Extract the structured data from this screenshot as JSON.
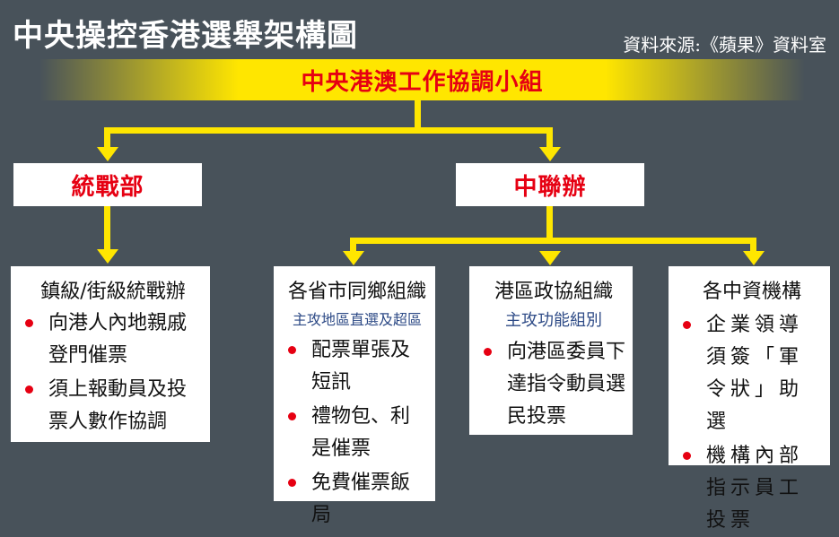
{
  "title": "中央操控香港選舉架構圖",
  "source": "資料來源:《蘋果》資料室",
  "top": {
    "label": "中央港澳工作協調小組"
  },
  "branches": [
    {
      "label": "統戰部"
    },
    {
      "label": "中聯辦"
    }
  ],
  "cards": [
    {
      "title": "鎮級/街級統戰辦",
      "subtitle": "",
      "items": [
        "向港人內地親戚登門催票",
        "須上報動員及投票人數作協調"
      ]
    },
    {
      "title": "各省市同鄉組織",
      "subtitle": "主攻地區直選及超區",
      "items": [
        "配票單張及短訊",
        "禮物包、利是催票",
        "免費催票飯局"
      ]
    },
    {
      "title": "港區政協組織",
      "subtitle": "主攻功能組別",
      "items": [
        "向港區委員下達指令動員選民投票"
      ]
    },
    {
      "title": "各中資機構",
      "subtitle": "",
      "items": [
        "企業領導須簽「軍令狀」助選",
        "機構內部指示員工投票"
      ]
    }
  ],
  "colors": {
    "background": "#48525a",
    "highlight": "#ffe600",
    "accent_red": "#e60012",
    "subtitle_blue": "#2d4a86"
  }
}
